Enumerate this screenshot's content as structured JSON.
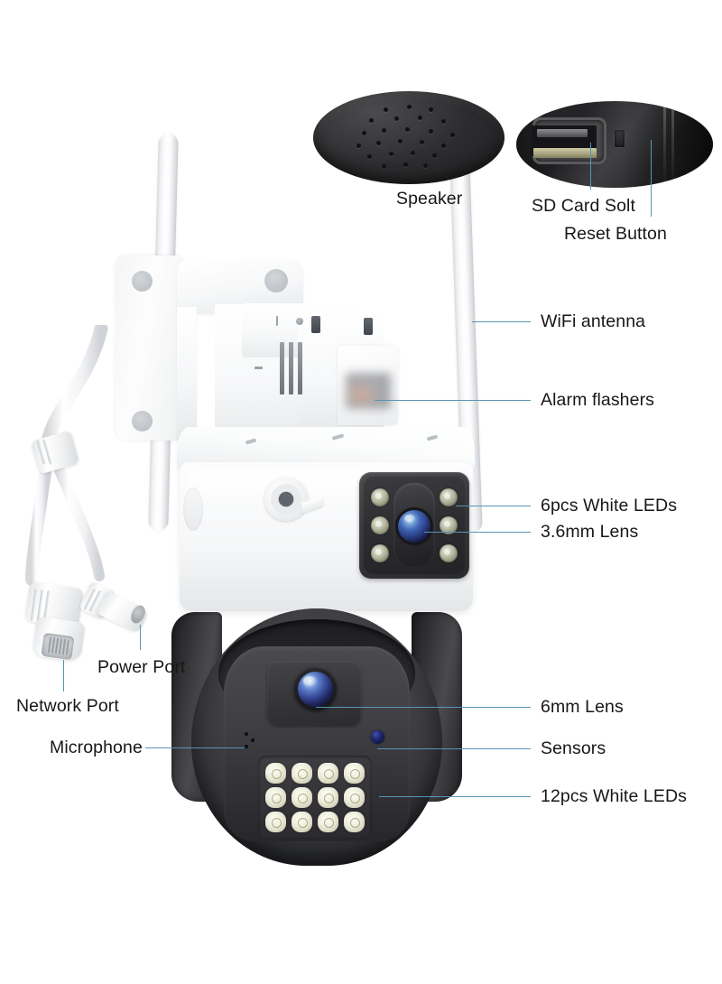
{
  "diagram": {
    "title": "Dual-lens WiFi PTZ security camera feature callouts",
    "background_color": "#ffffff",
    "leader_color": "#5795b5",
    "text_color": "#171717"
  },
  "callouts": {
    "speaker": {
      "label": "Speaker",
      "icon": "speaker-grille-icon"
    },
    "sd_card_slot": {
      "label": "SD Card Solt",
      "icon": "sd-card-slot-icon"
    },
    "reset_button": {
      "label": "Reset Button",
      "icon": "reset-button-icon"
    },
    "wifi_antenna": {
      "label": "WiFi antenna",
      "icon": "antenna-icon"
    },
    "alarm_flashers": {
      "label": "Alarm flashers",
      "icon": "flasher-icon"
    },
    "white_leds_6": {
      "label": "6pcs White LEDs",
      "icon": "led-icon"
    },
    "lens_36": {
      "label": "3.6mm Lens",
      "icon": "lens-icon"
    },
    "lens_6": {
      "label": "6mm Lens",
      "icon": "lens-icon"
    },
    "sensors": {
      "label": "Sensors",
      "icon": "sensor-icon"
    },
    "white_leds_12": {
      "label": "12pcs White LEDs",
      "icon": "led-icon"
    },
    "power_port": {
      "label": "Power Port",
      "icon": "dc-jack-icon"
    },
    "network_port": {
      "label": "Network Port",
      "icon": "rj45-icon"
    },
    "microphone": {
      "label": "Microphone",
      "icon": "microphone-icon"
    }
  }
}
